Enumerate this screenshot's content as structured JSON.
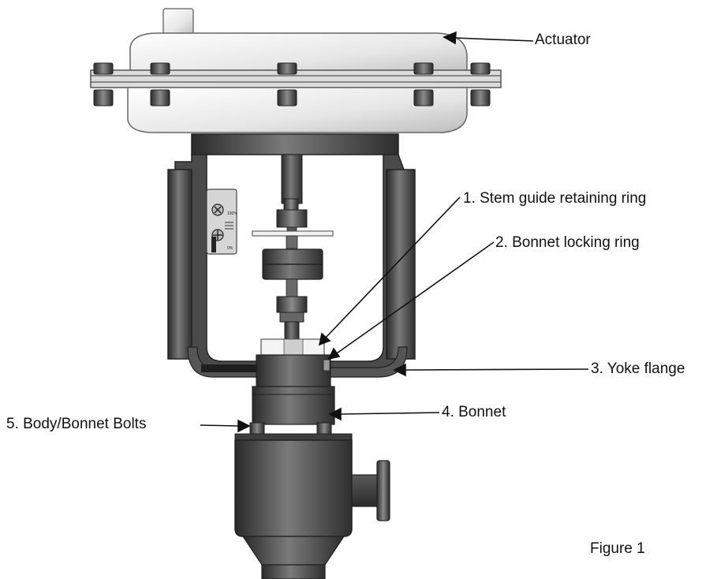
{
  "figure": {
    "caption": "Figure 1",
    "callouts": {
      "actuator": "Actuator",
      "stem_guide_retaining_ring": "1.  Stem guide retaining ring",
      "bonnet_locking_ring": "2.  Bonnet locking ring",
      "yoke_flange": "3. Yoke flange",
      "bonnet": "4. Bonnet",
      "body_bonnet_bolts": "5. Body/Bonnet Bolts"
    },
    "indicator_marks": {
      "top": "100%",
      "bottom": "0%"
    }
  },
  "colors": {
    "dark_metal": "#3a3a3a",
    "mid_metal": "#6a6a6a",
    "light_metal": "#d9d9d9",
    "line": "#111111"
  }
}
